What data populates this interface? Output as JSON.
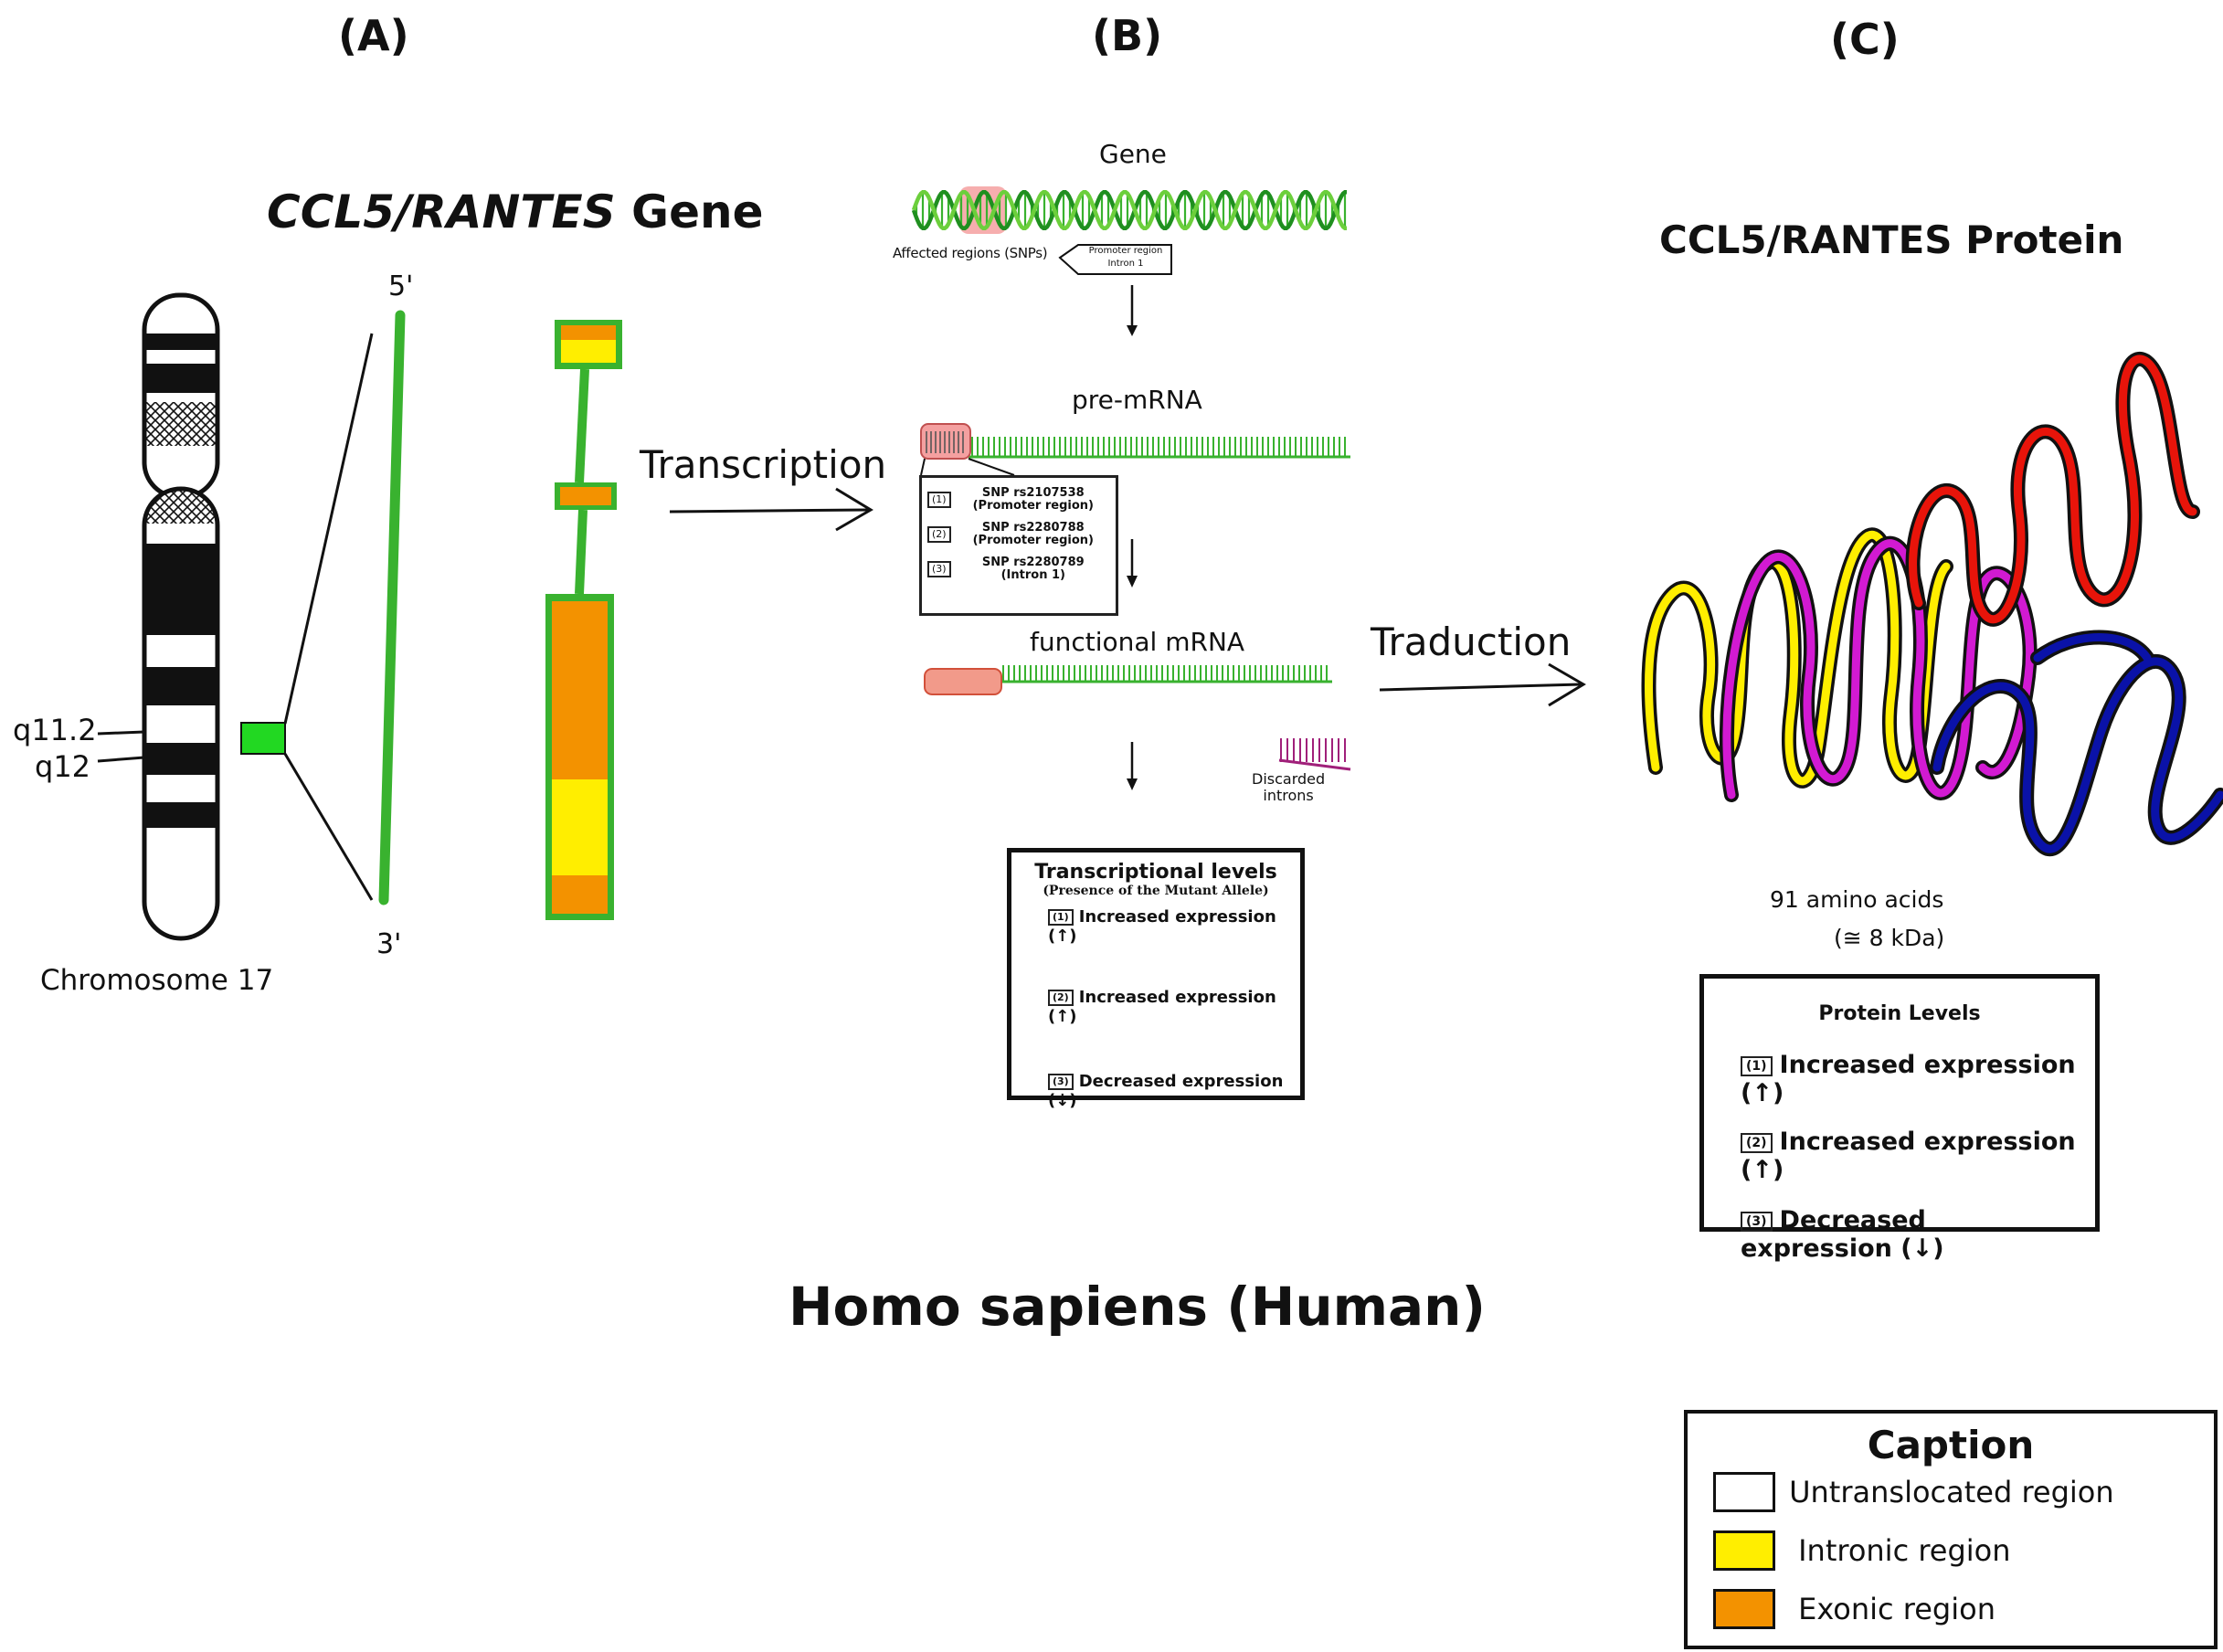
{
  "panels": {
    "a": "(A)",
    "b": "(B)",
    "c": "(C)"
  },
  "panel_a": {
    "title_italic": "CCL5/RANTES",
    "title_rest": " Gene",
    "band_q112": "q11.2",
    "band_q12": "q12",
    "chromosome_label": "Chromosome 17",
    "five_prime": "5'",
    "three_prime": "3'"
  },
  "panel_b": {
    "gene_label": "Gene",
    "affected_label": "Affected regions (SNPs)",
    "affected_callout_1": "Promoter region",
    "affected_callout_2": "Intron 1",
    "transcription_label": "Transcription",
    "pre_mrna_label": "pre-mRNA",
    "snps": [
      {
        "num": "(1)",
        "name": "SNP rs2107538",
        "region": "(Promoter region)"
      },
      {
        "num": "(2)",
        "name": "SNP rs2280788",
        "region": "(Promoter region)"
      },
      {
        "num": "(3)",
        "name": "SNP rs2280789",
        "region": "(Intron 1)"
      }
    ],
    "functional_mrna_label": "functional mRNA",
    "discarded_1": "Discarded",
    "discarded_2": "introns",
    "transcriptional_title": "Transcriptional levels",
    "transcriptional_subtitle": "(Presence of the Mutant Allele)",
    "transcriptional_items": [
      {
        "num": "(1)",
        "text": "Increased expression (↑)"
      },
      {
        "num": "(2)",
        "text": "Increased expression (↑)"
      },
      {
        "num": "(3)",
        "text": "Decreased expression (↓)"
      }
    ],
    "traduction_label": "Traduction"
  },
  "panel_c": {
    "title": "CCL5/RANTES Protein",
    "amino_acids": "91 amino acids",
    "kda": "(≅ 8 kDa)",
    "protein_title": "Protein Levels",
    "protein_items": [
      {
        "num": "(1)",
        "text": "Increased expression (↑)"
      },
      {
        "num": "(2)",
        "text": "Increased expression (↑)"
      },
      {
        "num": "(3)",
        "text": "Decreased expression (↓)"
      }
    ]
  },
  "footer_title": "Homo sapiens (Human)",
  "caption": {
    "title": "Caption",
    "items": [
      {
        "label": "Untranslocated region",
        "color": "#ffffff"
      },
      {
        "label": "Intronic region",
        "color": "#ffee00"
      },
      {
        "label": "Exonic region",
        "color": "#f39200"
      }
    ]
  },
  "colors": {
    "green": "#39b22f",
    "bright_green": "#22d822",
    "orange": "#f39200",
    "yellow": "#ffee00",
    "red": "#e8140a",
    "magenta": "#d21ad2",
    "blue": "#0a12a8",
    "pink": "#f4a0a0"
  }
}
